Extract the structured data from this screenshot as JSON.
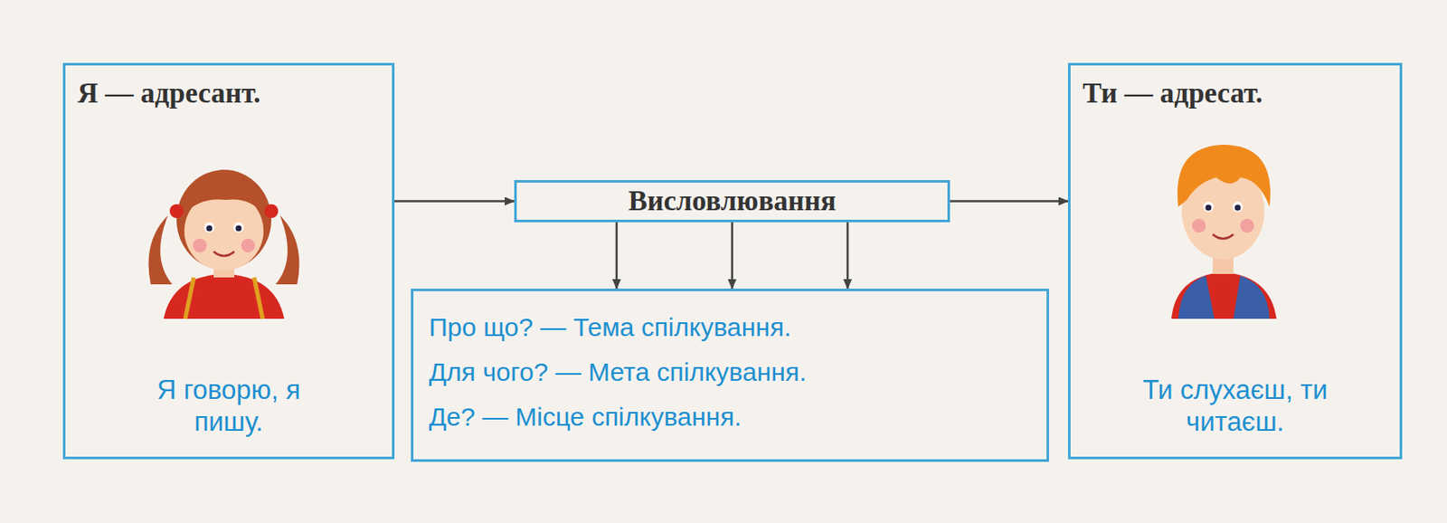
{
  "diagram": {
    "nodes": [
      {
        "text": [
          "Я — адресант.",
          "Я говорю, я пишу."
        ]
      },
      {
        "text": [
          "Висловлювання"
        ]
      },
      {
        "text": [
          "Про що? — Тема спілкування.",
          "Для чого? — Мета спілкування.",
          "Де? — Місце спілкування."
        ]
      },
      {
        "text": [
          "Ти — адресат.",
          "Ти слухаєш, ти читаєш."
        ]
      }
    ],
    "edges": [
      {
        "from": 0,
        "to": 1,
        "arrow": "to"
      },
      {
        "from": 1,
        "to": 3,
        "arrow": "to"
      },
      {
        "from": 1,
        "to": 2,
        "arrow": "to"
      },
      {
        "from": 1,
        "to": 2,
        "arrow": "to"
      },
      {
        "from": 1,
        "to": 2,
        "arrow": "to"
      }
    ]
  }
}
